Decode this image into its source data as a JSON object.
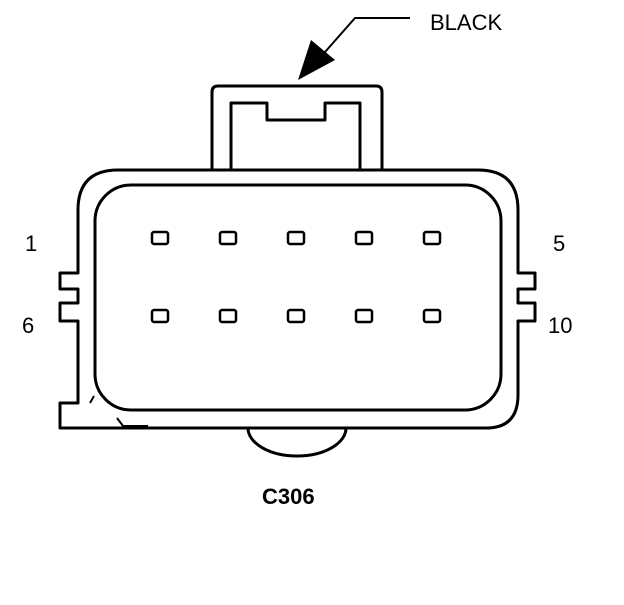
{
  "connector": {
    "id": "C306",
    "color_label": "BLACK",
    "pin_rows": [
      {
        "first_pin": "1",
        "last_pin": "5",
        "pins": [
          "1",
          "2",
          "3",
          "4",
          "5"
        ]
      },
      {
        "first_pin": "6",
        "last_pin": "10",
        "pins": [
          "6",
          "7",
          "8",
          "9",
          "10"
        ]
      }
    ]
  },
  "colors": {
    "line": "#000000",
    "background": "#ffffff"
  }
}
